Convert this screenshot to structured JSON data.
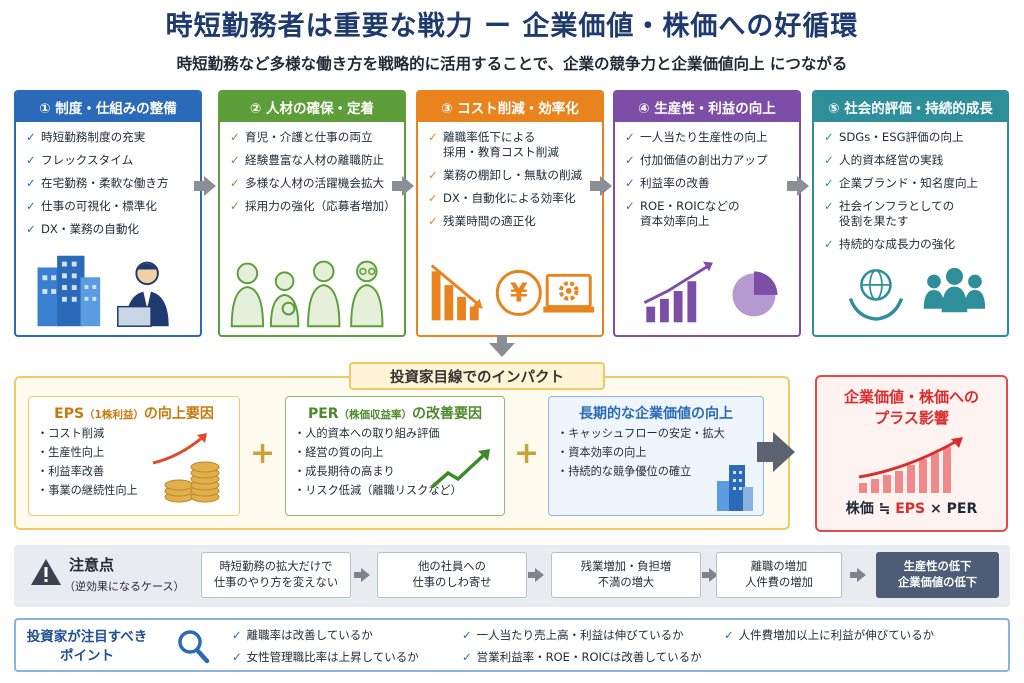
{
  "header": {
    "title": "時短勤務者は重要な戦力 ー 企業価値・株価への好循環",
    "subtitle": "時短勤務など多様な働き方を戦略的に活用することで、企業の競争力と企業価値向上 につながる"
  },
  "columns": [
    {
      "heading": "① 制度・仕組みの整備",
      "items": [
        "時短勤務制度の充実",
        "フレックスタイム",
        "在宅勤務・柔軟な働き方",
        "仕事の可視化・標準化",
        "DX・業務の自動化"
      ],
      "icon": "office-building-and-worker-icon"
    },
    {
      "heading": "② 人材の確保・定着",
      "items": [
        "育児・介護と仕事の両立",
        "経験豊富な人材の離職防止",
        "多様な人材の活躍機会拡大",
        "採用力の強化（応募者増加）"
      ],
      "icon": "family-group-icon"
    },
    {
      "heading": "③ コスト削減・効率化",
      "items": [
        "離職率低下による\n採用・教育コスト削減",
        "業務の棚卸し・無駄の削減",
        "DX・自動化による効率化",
        "残業時間の適正化"
      ],
      "icon": "cost-down-yen-gear-icon"
    },
    {
      "heading": "④ 生産性・利益の向上",
      "items": [
        "一人当たり生産性の向上",
        "付加価値の創出力アップ",
        "利益率の改善",
        "ROE・ROICなどの\n資本効率向上"
      ],
      "icon": "growth-chart-pie-icon"
    },
    {
      "heading": "⑤ 社会的評価・持続的成長",
      "items": [
        "SDGs・ESG評価の向上",
        "人的資本経営の実践",
        "企業ブランド・知名度向上",
        "社会インフラとしての\n役割を果たす",
        "持続的な成長力の強化"
      ],
      "icon": "globe-hands-people-icon"
    }
  ],
  "impact": {
    "label": "投資家目線でのインパクト",
    "eps": {
      "title": "EPS",
      "title_small": "（1株利益）",
      "title_suffix": "の向上要因",
      "items": [
        "・コスト削減",
        "・生産性向上",
        "・利益率改善",
        "・事業の継続性向上"
      ]
    },
    "per": {
      "title": "PER",
      "title_small": "（株価収益率）",
      "title_suffix": "の改善要因",
      "items": [
        "・人的資本への取り組み評価",
        "・経営の質の向上",
        "・成長期待の高まり",
        "・リスク低減（離職リスクなど）"
      ]
    },
    "long": {
      "title": "長期的な企業価値の向上",
      "items": [
        "・キャッシュフローの安定・拡大",
        "・資本効率の向上",
        "・持続的な競争優位の確立"
      ]
    },
    "plus": "+"
  },
  "result": {
    "title_line1": "企業価値・株価への",
    "title_line2": "プラス影響",
    "formula_a": "株価",
    "formula_op": "≒",
    "formula_b": "EPS",
    "formula_times": "×",
    "formula_c": "PER"
  },
  "caution": {
    "title": "注意点",
    "subtitle": "（逆効果になるケース）",
    "steps": [
      "時短勤務の拡大だけで\n仕事のやり方を変えない",
      "他の社員への\n仕事のしわ寄せ",
      "残業増加・負担増\n不満の増大",
      "離職の増加\n人件費の増加",
      "生産性の低下\n企業価値の低下"
    ]
  },
  "investor": {
    "title_line1": "投資家が注目すべき",
    "title_line2": "ポイント",
    "checks": [
      "離職率は改善しているか",
      "女性管理職比率は上昇しているか",
      "一人当たり売上高・利益は伸びているか",
      "営業利益率・ROE・ROICは改善しているか",
      "人件費増加以上に利益が伸びているか"
    ]
  },
  "colors": {
    "blue": "#2a6ab8",
    "green": "#5e9e3a",
    "orange": "#e8831e",
    "purple": "#7c4ea6",
    "teal": "#2e8f9a",
    "red": "#d92e2e"
  }
}
